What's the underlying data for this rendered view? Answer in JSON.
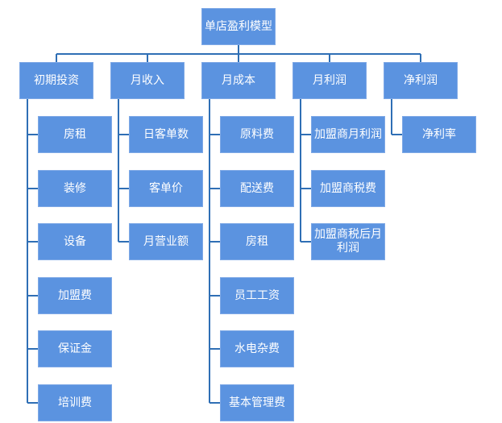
{
  "colors": {
    "box_fill": "#5b93e0",
    "box_border": "#7fa9e6",
    "line": "#2f6fb5",
    "text": "#ffffff"
  },
  "root": {
    "label": "单店盈利模型"
  },
  "groups": [
    {
      "label": "初期投资",
      "children": [
        "房租",
        "装修",
        "设备",
        "加盟费",
        "保证金",
        "培训费"
      ]
    },
    {
      "label": "月收入",
      "children": [
        "日客单数",
        "客单价",
        "月营业额"
      ]
    },
    {
      "label": "月成本",
      "children": [
        "原料费",
        "配送费",
        "房租",
        "员工工资",
        "水电杂费",
        "基本管理费"
      ]
    },
    {
      "label": "月利润",
      "children": [
        "加盟商月利润",
        "加盟商税费",
        "加盟商税后月利润"
      ]
    },
    {
      "label": "净利润",
      "children": [
        "净利率"
      ]
    }
  ]
}
